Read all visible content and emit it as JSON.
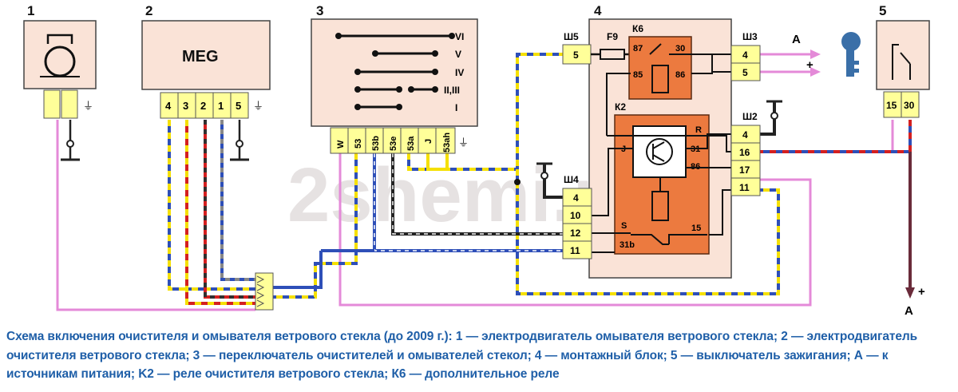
{
  "watermark": "2shemi.ru",
  "colors": {
    "block_fill": "#fae3d7",
    "relay_fill": "#ec7a3f",
    "terminal_fill": "#ffff99",
    "wire_pink": "#e48ad8",
    "wire_blue": "#2e4fb8",
    "wire_yellow": "#f5e000",
    "wire_red": "#d42020",
    "caption_blue": "#1f5fa8"
  },
  "units": [
    {
      "number": "1"
    },
    {
      "number": "2",
      "name": "MEG"
    },
    {
      "number": "3"
    },
    {
      "number": "4"
    },
    {
      "number": "5"
    }
  ],
  "motor_meg_pins": [
    "4",
    "3",
    "2",
    "1",
    "5"
  ],
  "switch": {
    "positions": [
      "VI",
      "V",
      "IV",
      "II,III",
      "I"
    ],
    "pins": [
      "W",
      "53",
      "53b",
      "53e",
      "53a",
      "J",
      "53ah"
    ]
  },
  "mount_block": {
    "connectors": {
      "sh5": "Ш5",
      "sh3": "Ш3",
      "sh2": "Ш2",
      "sh4": "Ш4"
    },
    "fuse": "F9",
    "relay_k6": {
      "name": "К6",
      "pins": [
        "87",
        "30",
        "85",
        "86"
      ]
    },
    "relay_k2": {
      "name": "К2",
      "pins": [
        "J",
        "R",
        "31",
        "86",
        "S",
        "15",
        "31b"
      ]
    },
    "sh5_pins": [
      "5"
    ],
    "sh3_pins": [
      "4",
      "5"
    ],
    "sh2_pins": [
      "4",
      "16",
      "17",
      "11"
    ],
    "sh4_pins": [
      "4",
      "10",
      "12",
      "11"
    ]
  },
  "ignition": {
    "pins": [
      "15",
      "30"
    ]
  },
  "labels": {
    "a": "А",
    "plus": "+",
    "ground": "⏚"
  },
  "caption": {
    "title": "Схема включения очистителя и омывателя ветрового стекла (до 2009 г.):",
    "items": [
      {
        "n": "1",
        "t": "— электродвигатель омывателя ветрового стекла;"
      },
      {
        "n": "2",
        "t": "— электродвигатель очистителя ветрового стекла;"
      },
      {
        "n": "3",
        "t": "— переключатель очистителей и омывателей стекол;"
      },
      {
        "n": "4",
        "t": "— монтажный блок;"
      },
      {
        "n": "5",
        "t": "— выключатель зажигания;"
      },
      {
        "n": "А",
        "t": "— к источникам питания;"
      },
      {
        "n": "K2",
        "t": "— реле очистителя ветрового стекла;"
      },
      {
        "n": "К6",
        "t": "— дополнительное реле"
      }
    ]
  }
}
